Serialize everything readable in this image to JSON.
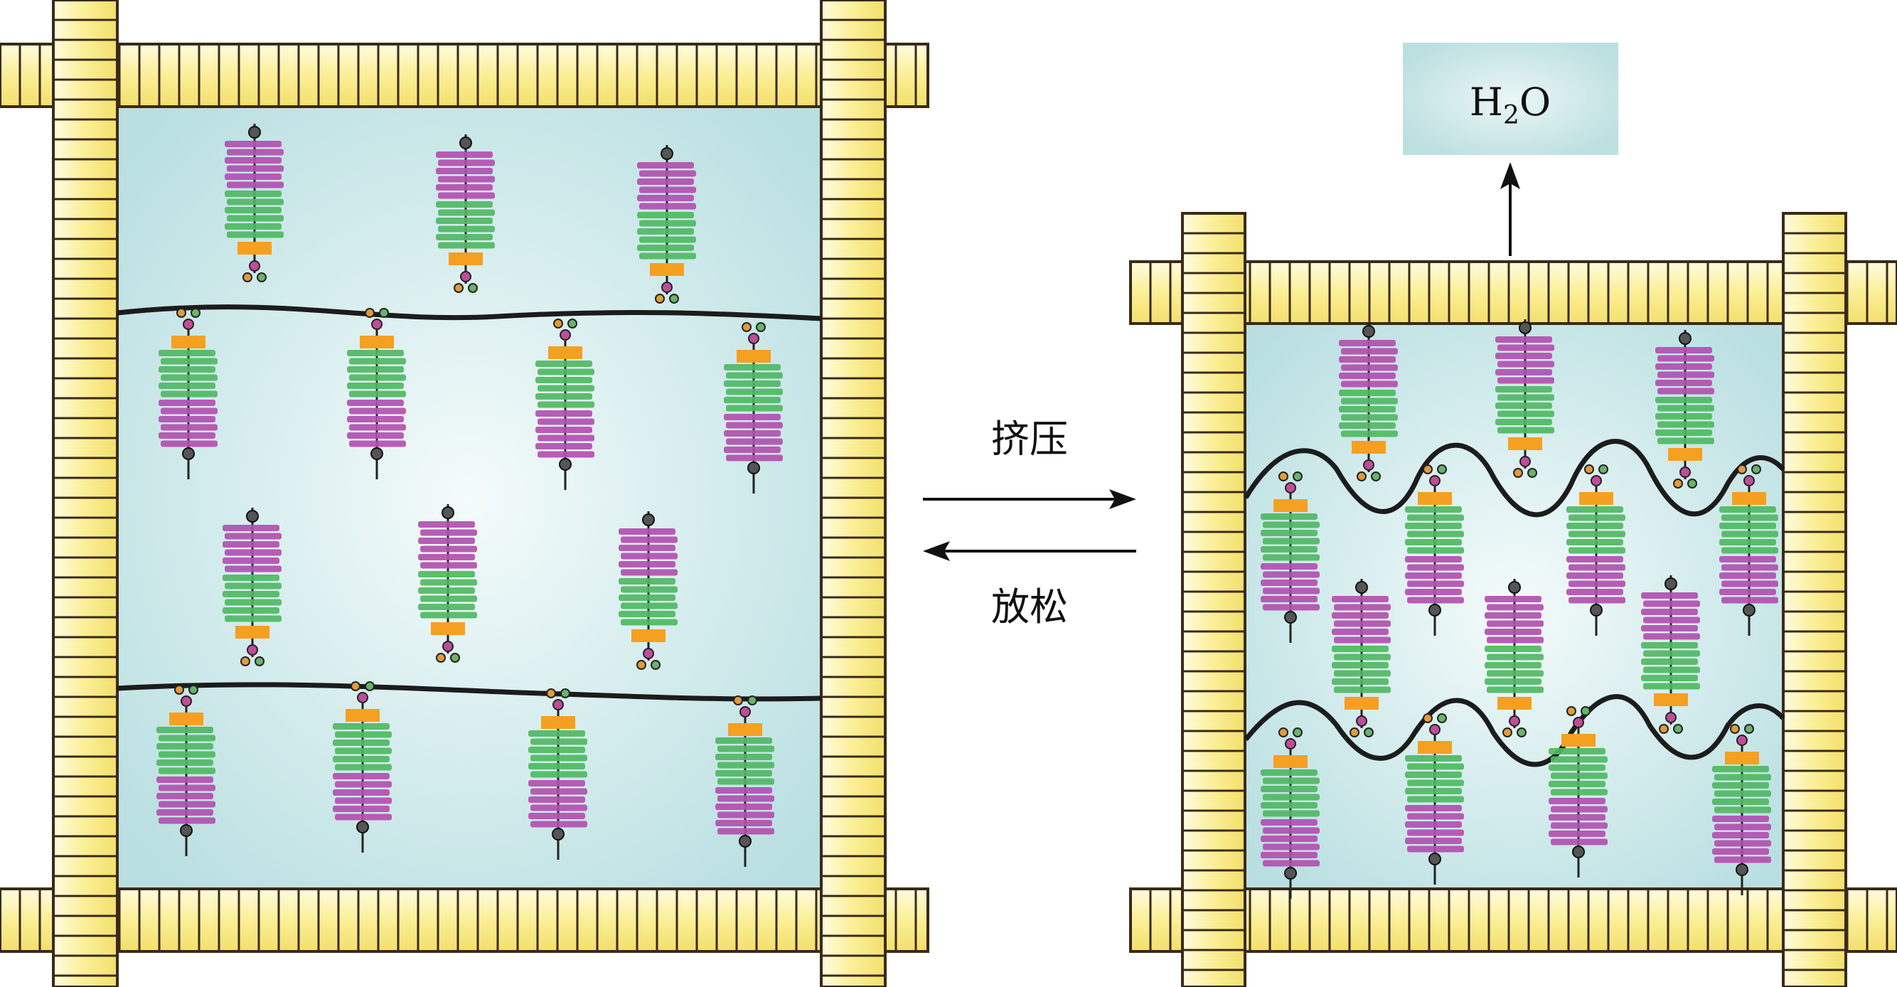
{
  "labels": {
    "compress": "挤压",
    "release": "放松",
    "water_base": "H",
    "water_sub": "2",
    "water_tail": "O"
  },
  "colors": {
    "beam_fill": "#fbf3a6",
    "beam_stroke": "#3a2a18",
    "fluid": "#bfe1e3",
    "fluid_center": "#f4fbfb",
    "box": "#c9e5e6",
    "strand": "#1c1c1c",
    "magenta": "#b34fb0",
    "green": "#4fb862",
    "orange": "#f5a020"
  },
  "icons": [
    "arrow-right-icon",
    "arrow-left-icon",
    "arrow-up-icon"
  ]
}
